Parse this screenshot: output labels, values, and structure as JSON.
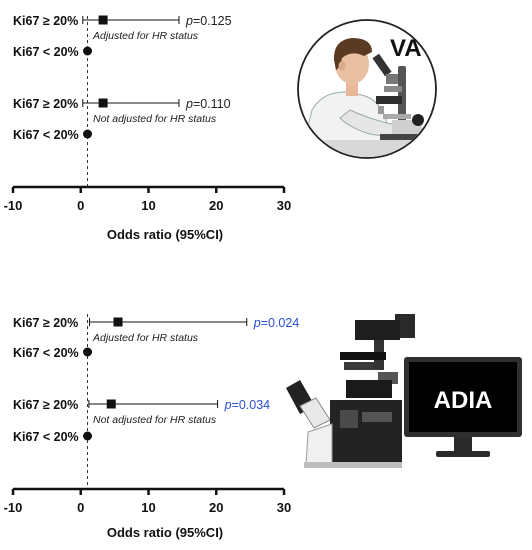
{
  "chart_data": [
    {
      "type": "forest",
      "panel": "VA",
      "xlabel": "Odds ratio (95%CI)",
      "xlim": [
        -10,
        30
      ],
      "xticks": [
        "-10",
        "0",
        "10",
        "20",
        "30"
      ],
      "reference_line": 1,
      "rows": [
        {
          "label": "Ki67  ≥ 20%",
          "or": 3.3,
          "ci": [
            0.3,
            14.5
          ],
          "p_text": "p=0.125",
          "p_color": "#222222",
          "note": "Adjusted for HR status",
          "marker": "square"
        },
        {
          "label": "Ki67 < 20%",
          "or": 1,
          "marker": "circle"
        },
        {
          "label": "Ki67  ≥ 20%",
          "or": 3.3,
          "ci": [
            0.3,
            14.5
          ],
          "p_text": "p=0.110",
          "p_color": "#222222",
          "note": "Not adjusted for HR status",
          "marker": "square"
        },
        {
          "label": "Ki67 < 20%",
          "or": 1,
          "marker": "circle"
        }
      ]
    },
    {
      "type": "forest",
      "panel": "ADIA",
      "xlabel": "Odds ratio (95%CI)",
      "xlim": [
        -10,
        30
      ],
      "xticks": [
        "-10",
        "0",
        "10",
        "20",
        "30"
      ],
      "reference_line": 1,
      "rows": [
        {
          "label": "Ki67  ≥ 20%",
          "or": 5.5,
          "ci": [
            1.3,
            24.5
          ],
          "p_text": "p=0.024",
          "p_color": "#2a4fd6",
          "note": "Adjusted for HR status",
          "marker": "square"
        },
        {
          "label": "Ki67 < 20%",
          "or": 1,
          "marker": "circle"
        },
        {
          "label": "Ki67  ≥ 20%",
          "or": 4.5,
          "ci": [
            1.2,
            20.2
          ],
          "p_text": "p=0.034",
          "p_color": "#2a4fd6",
          "note": "Not adjusted for HR status",
          "marker": "square"
        },
        {
          "label": "Ki67 < 20%",
          "or": 1,
          "marker": "circle"
        }
      ]
    }
  ],
  "illustrations": {
    "va_label": "VA",
    "adia_label": "ADIA",
    "va_icon": "scientist-microscope-icon",
    "adia_icon": "digital-microscope-monitor-icon"
  }
}
